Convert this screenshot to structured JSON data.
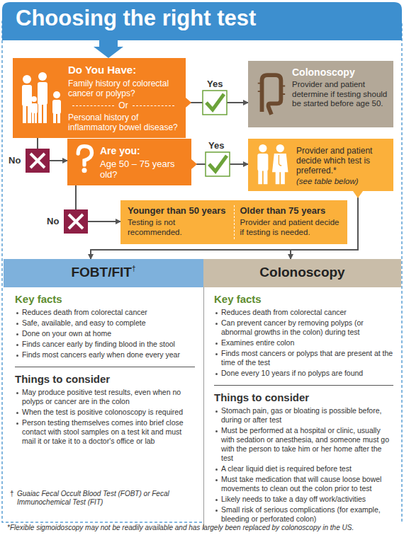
{
  "diagram": {
    "title": "Choosing the right test",
    "nodes": [
      {
        "text": [
          "Do You Have:",
          "Family history of colorectal cancer or polyps?",
          "Or",
          "Personal history of inflammatory bowel disease?"
        ]
      },
      {
        "text": [
          "Colonoscopy",
          "Provider and patient determine if testing should be started before age 50."
        ]
      },
      {
        "text": [
          "Are you:",
          "Age 50 – 75 years old?"
        ]
      },
      {
        "text": [
          "Provider and patient decide which test is preferred.*",
          "(see table below)"
        ]
      },
      {
        "text": [
          "Younger than 50 years",
          "Testing is not recommended.",
          "Older than 75 years",
          "Provider and patient decide if testing is needed."
        ]
      },
      {
        "text": [
          "Key facts",
          "Reduces death from colorectal cancer",
          "Safe, available, and easy to complete",
          "Done on your own at home",
          "Finds cancer early by finding blood in the stool",
          "Finds most cancers early when done every year",
          "Things to consider",
          "May produce positive test results, even when no polyps or cancer are in the colon",
          "When the test is positive colonoscopy is required",
          "Person testing themselves comes into brief close contact with stool samples on a test kit and must mail it or take it to a doctor's office or lab"
        ]
      },
      {
        "text": [
          "FOBT/FIT",
          "†"
        ],
        "in": 5
      },
      {
        "text": [
          "Key facts",
          "Reduces death from colorectal cancer",
          "Can prevent cancer by removing polyps (or abnormal growths in the colon) during test",
          "Examines entire colon",
          "Finds most cancers or polyps that are present at the time of the test",
          "Done every 10 years if no polyps are found",
          "Things to consider",
          "Stomach pain, gas or bloating is possible before, during or after test",
          "Must be performed at a hospital or clinic, usually with sedation or anesthesia, and someone must go with the person to take him or her home after the test",
          "A clear liquid diet is required before test",
          "Must take medication that will cause loose bowel movements to clean out the colon prior to test",
          "Likely needs to take a day off work/activities",
          "Small risk of serious complications (for example, bleeding or perforated colon)"
        ]
      },
      {
        "text": [
          "Colonoscopy"
        ],
        "in": 7
      }
    ],
    "edges": [
      {
        "from": 0,
        "to": 1,
        "arrow": "to",
        "label": "Yes"
      },
      {
        "from": 0,
        "to": 2,
        "arrow": "to",
        "label": "No"
      },
      {
        "from": 2,
        "to": 3,
        "arrow": "to",
        "label": "Yes"
      },
      {
        "from": 2,
        "to": 4,
        "arrow": "to",
        "label": "No"
      },
      {
        "from": 3,
        "to": 5,
        "arrow": "to"
      },
      {
        "from": 3,
        "to": 7,
        "arrow": "to"
      }
    ],
    "labels": [
      "†",
      "Guaiac Fecal Occult Blood Test (FOBT) or Fecal Immunochemical Test (FIT)",
      "*Flexible sigmoidoscopy may not be readily available and has largely been replaced by colonoscopy in the US."
    ]
  }
}
